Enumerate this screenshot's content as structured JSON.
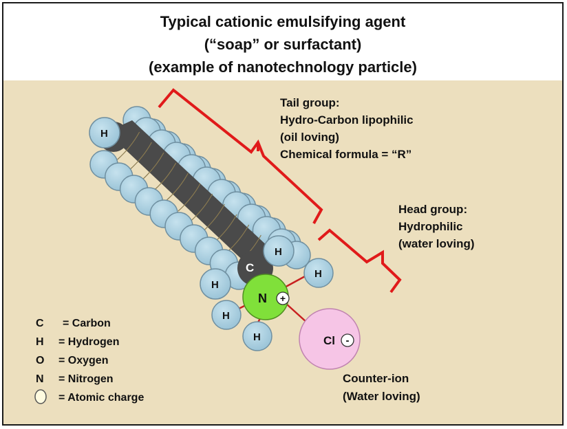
{
  "title": {
    "line1": "Typical cationic emulsifying agent",
    "line2": "(“soap” or surfactant)",
    "line3": "(example of nanotechnology particle)"
  },
  "tail_group": {
    "line1": "Tail group:",
    "line2": "Hydro-Carbon lipophilic",
    "line3": "(oil loving)",
    "line4": "Chemical formula = “R”"
  },
  "head_group": {
    "line1": "Head group:",
    "line2": "Hydrophilic",
    "line3": "(water loving)"
  },
  "counter_ion": {
    "line1": "Counter-ion",
    "line2": "(Water loving)"
  },
  "atoms": {
    "hydrogen": "H",
    "carbon": "C",
    "nitrogen": "N",
    "chlorine": "Cl",
    "plus": "+",
    "minus": "-"
  },
  "legend": [
    {
      "symbol": "C",
      "label": "= Carbon"
    },
    {
      "symbol": "H",
      "label": "= Hydrogen"
    },
    {
      "symbol": "O",
      "label": "= Oxygen"
    },
    {
      "symbol": "N",
      "label": "= Nitrogen"
    },
    {
      "symbol": "",
      "label": "= Atomic charge"
    }
  ],
  "colors": {
    "background": "#ecdfbe",
    "hydrogen": "#a9cfe0",
    "carbon": "#4a4a4a",
    "nitrogen": "#80e03a",
    "chlorine": "#f6c5e6",
    "bracket": "#e01a1a",
    "bond": "#c82020"
  }
}
